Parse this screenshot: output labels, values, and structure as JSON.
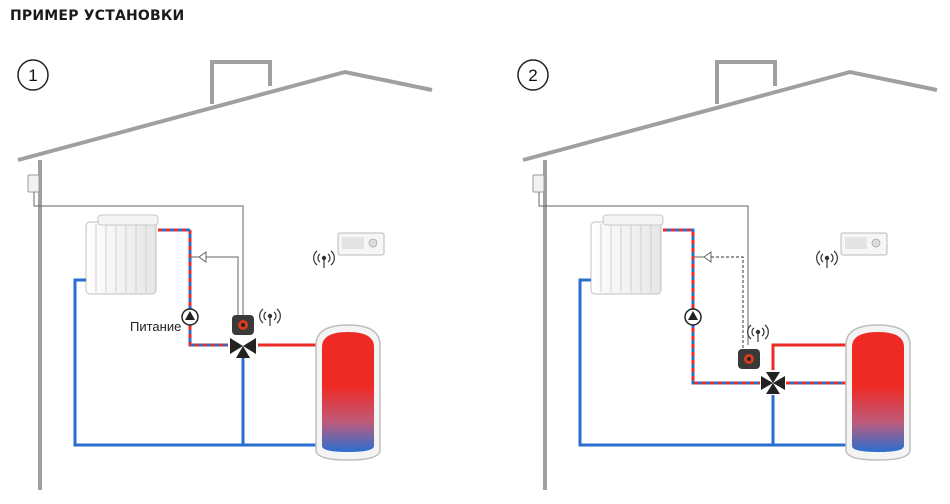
{
  "title": "ПРИМЕР УСТАНОВКИ",
  "diagrams": [
    {
      "number": "1",
      "supply_label": "Питание",
      "sensor_link": "solid"
    },
    {
      "number": "2",
      "supply_label": "",
      "sensor_link": "dashed"
    }
  ],
  "colors": {
    "hot": "#ee2a24",
    "cold": "#2a6fd0",
    "house_outline": "#999999",
    "actuator": "#3a3a3a",
    "actuator_accent": "#d93b1e"
  }
}
